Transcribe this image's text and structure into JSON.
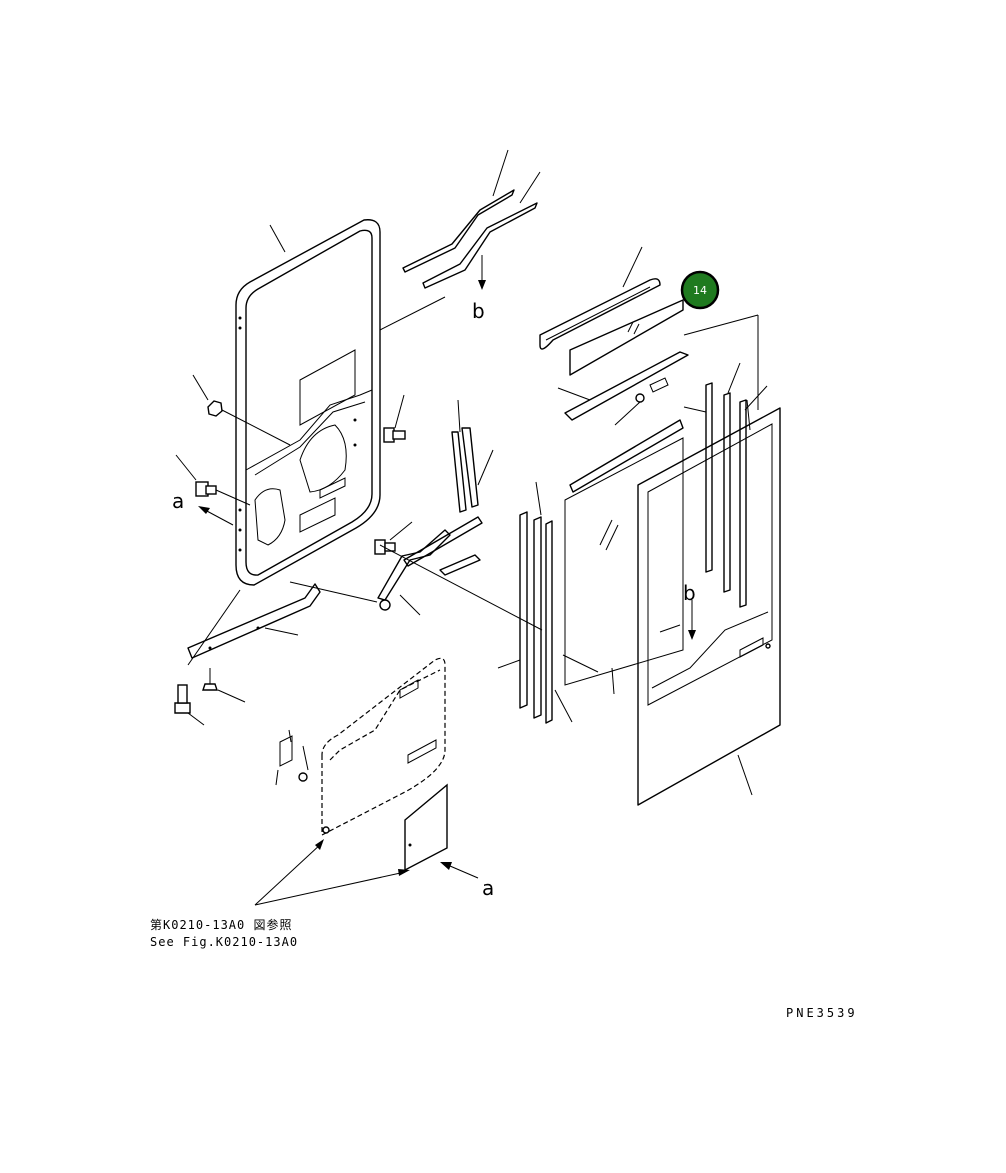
{
  "diagram": {
    "marker_a": "a",
    "marker_b": "b",
    "reference_jp": "第K0210-13A0 図参照",
    "reference_en": "See Fig.K0210-13A0",
    "drawing_code": "PNE3539",
    "callout": {
      "number": "14",
      "fill_color": "#1f7a1f",
      "ring_color": "#000000"
    }
  }
}
